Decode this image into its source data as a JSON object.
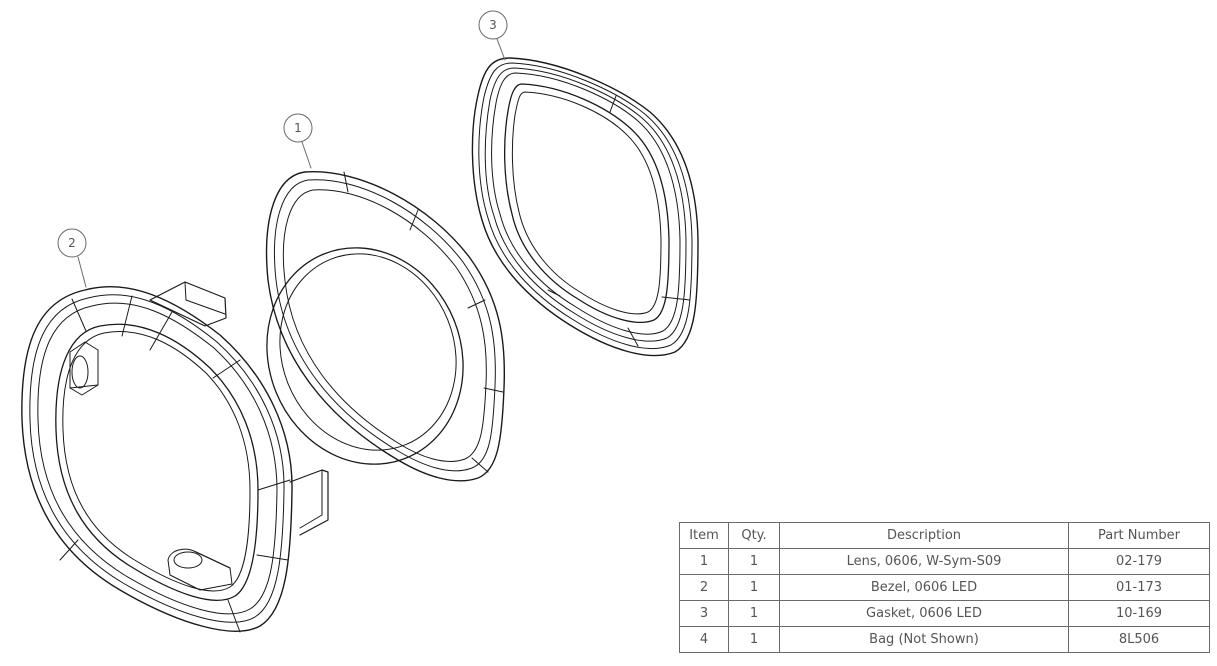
{
  "callouts": [
    "1",
    "2",
    "3"
  ],
  "bom": {
    "headers": {
      "item": "Item",
      "qty": "Qty.",
      "description": "Description",
      "part_number": "Part Number"
    },
    "rows": [
      {
        "item": "1",
        "qty": "1",
        "description": "Lens, 0606, W-Sym-S09",
        "part_number": "02-179"
      },
      {
        "item": "2",
        "qty": "1",
        "description": "Bezel, 0606 LED",
        "part_number": "01-173"
      },
      {
        "item": "3",
        "qty": "1",
        "description": "Gasket, 0606 LED",
        "part_number": "10-169"
      },
      {
        "item": "4",
        "qty": "1",
        "description": "Bag (Not Shown)",
        "part_number": "8L506"
      }
    ]
  }
}
